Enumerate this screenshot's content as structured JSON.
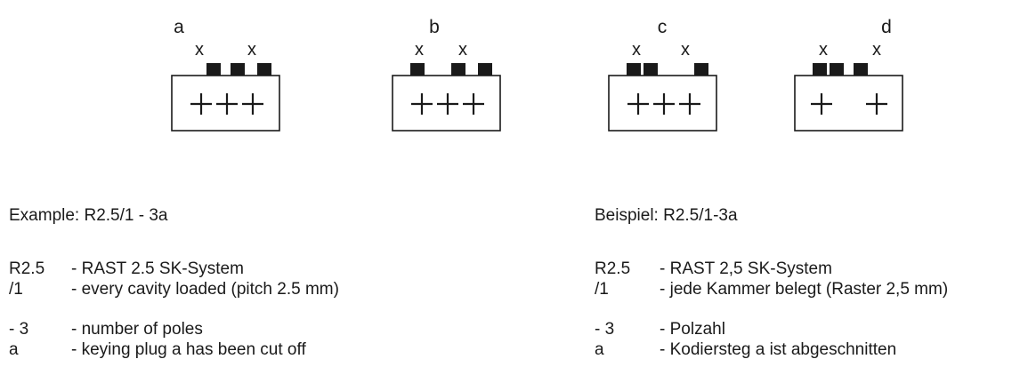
{
  "connectors": [
    {
      "label": "a",
      "pins": "+++",
      "x_marks": [
        "x",
        "x"
      ],
      "keying_plugs": [
        false,
        true,
        true,
        true
      ],
      "contacts": [
        true,
        true,
        true
      ]
    },
    {
      "label": "b",
      "pins": "+++",
      "x_marks": [
        "x",
        "x"
      ],
      "keying_plugs": [
        true,
        false,
        true,
        true
      ],
      "contacts": [
        true,
        true,
        true
      ]
    },
    {
      "label": "c",
      "pins": "+++",
      "x_marks": [
        "x",
        "x"
      ],
      "keying_plugs": [
        true,
        true,
        false,
        true
      ],
      "contacts": [
        true,
        true,
        true
      ]
    },
    {
      "label": "d",
      "pins": "+ +",
      "x_marks": [
        "x",
        "x"
      ],
      "keying_plugs": [
        true,
        true,
        true,
        false
      ],
      "contacts": [
        true,
        false,
        true
      ]
    }
  ],
  "legend_en": {
    "heading": "Example: R2.5/1 - 3a",
    "rows": [
      {
        "code": "R2.5",
        "desc": "- RAST 2.5 SK-System"
      },
      {
        "code": "/1",
        "desc": "- every cavity loaded (pitch 2.5 mm)"
      },
      {
        "code": "- 3",
        "desc": "- number of poles"
      },
      {
        "code": "a",
        "desc": "- keying plug a has been cut off"
      }
    ]
  },
  "legend_de": {
    "heading": "Beispiel: R2.5/1-3a",
    "rows": [
      {
        "code": "R2.5",
        "desc": "- RAST 2,5 SK-System"
      },
      {
        "code": "/1",
        "desc": "- jede Kammer belegt (Raster 2,5 mm)"
      },
      {
        "code": "- 3",
        "desc": "- Polzahl"
      },
      {
        "code": "a",
        "desc": "- Kodiersteg a ist abgeschnitten"
      }
    ]
  },
  "colors": {
    "ink": "#1a1a1a",
    "background": "#ffffff"
  }
}
